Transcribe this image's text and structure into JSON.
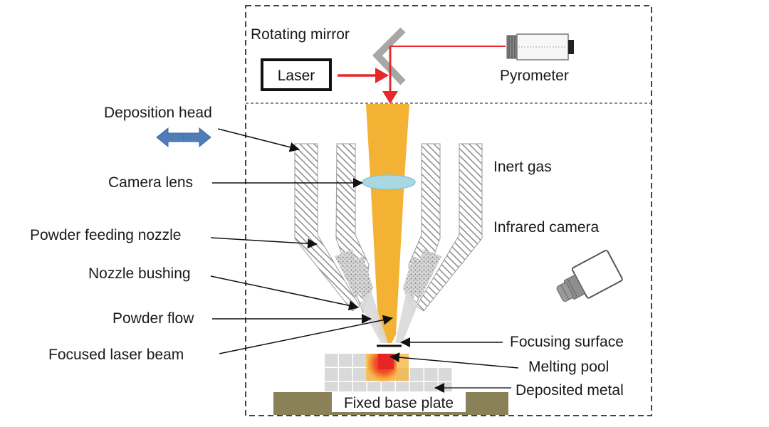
{
  "diagram": {
    "title": "Directed energy deposition with in-process monitoring",
    "labels": {
      "rotating_mirror": "Rotating mirror",
      "laser": "Laser",
      "pyrometer": "Pyrometer",
      "deposition_head": "Deposition head",
      "camera_lens": "Camera lens",
      "inert_gas": "Inert gas",
      "infrared_camera": "Infrared camera",
      "powder_feeding_nozzle": "Powder feeding nozzle",
      "nozzle_bushing": "Nozzle bushing",
      "powder_flow": "Powder flow",
      "focused_laser_beam": "Focused laser beam",
      "focusing_surface": "Focusing surface",
      "melting_pool": "Melting pool",
      "deposited_metal": "Deposited metal",
      "fixed_base_plate": "Fixed base plate"
    },
    "colors": {
      "laser_beam": "#f3b233",
      "laser_ray": "#e8282b",
      "lens": "#a9d8e3",
      "base_plate": "#8a8158",
      "deposited_metal": "#d9d9d9",
      "melting_pool": "#e82525",
      "motion_arrow": "#4e7dba",
      "mirror": "#a7a7a7"
    }
  }
}
